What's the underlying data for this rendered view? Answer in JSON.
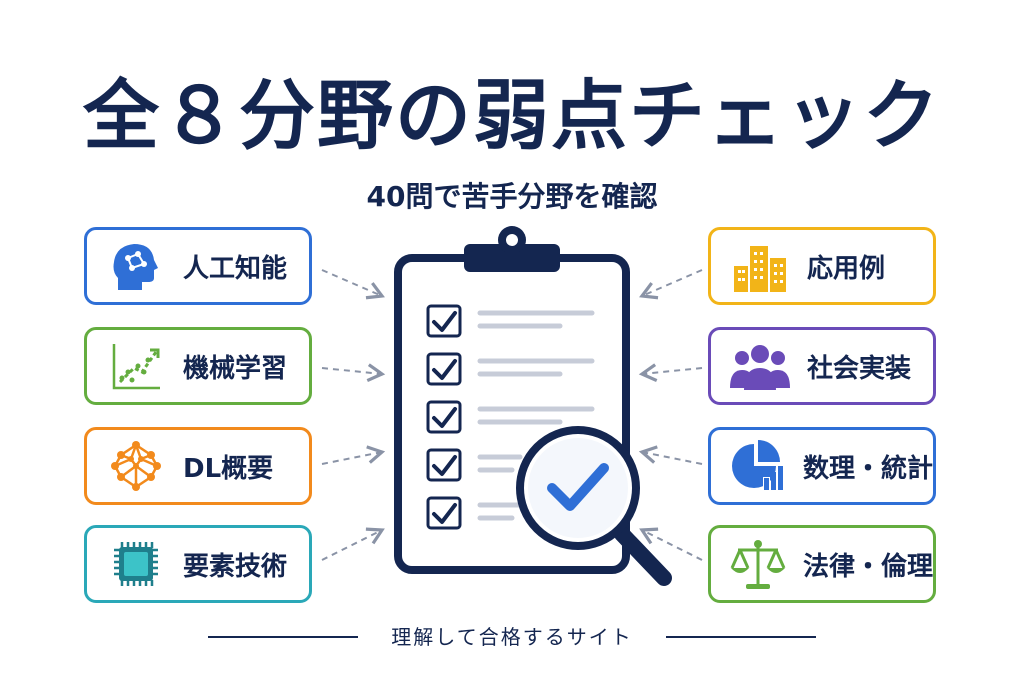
{
  "title": "全８分野の弱点チェック",
  "subtitle": "40問で苦手分野を確認",
  "left_cards": [
    {
      "label": "人工知能",
      "icon": "brain-head-icon",
      "color": "#2f6fd6"
    },
    {
      "label": "機械学習",
      "icon": "growth-chart-icon",
      "color": "#64ad3f"
    },
    {
      "label": "DL概要",
      "icon": "neural-network-icon",
      "color": "#f28a1c"
    },
    {
      "label": "要素技術",
      "icon": "chip-icon",
      "color": "#2aa8b8"
    }
  ],
  "right_cards": [
    {
      "label": "応用例",
      "icon": "buildings-icon",
      "color": "#f2b418"
    },
    {
      "label": "社会実装",
      "icon": "people-icon",
      "color": "#6a4bb8"
    },
    {
      "label": "数理・統計",
      "icon": "pie-chart-icon",
      "color": "#2f6fd6"
    },
    {
      "label": "法律・倫理",
      "icon": "scales-icon",
      "color": "#64ad3f"
    }
  ],
  "footer": "理解して合格するサイト",
  "colors": {
    "navy": "#142650",
    "check": "#2f6fd6",
    "arrow": "#8a93a6"
  }
}
